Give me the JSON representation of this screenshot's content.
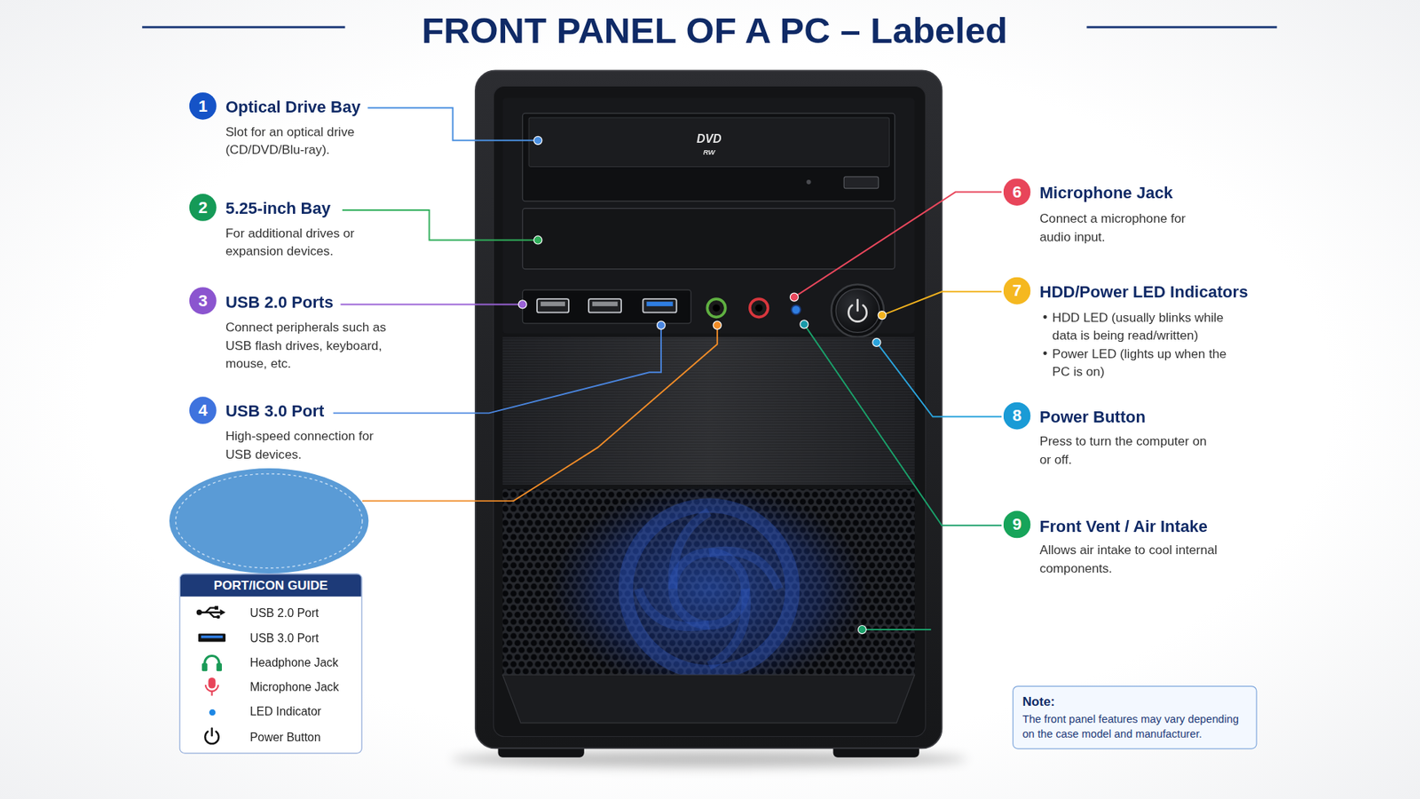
{
  "diagram": {
    "title": "FRONT PANEL OF A PC – Labeled",
    "nodes": [
      {
        "text": [
          "PORT/ICON GUIDE"
        ]
      },
      {
        "text": [
          "Note:",
          "The front panel features may vary depending on the case model and manufacturer."
        ]
      }
    ],
    "labels": [
      "1",
      "Optical Drive Bay",
      "Slot for an optical drive (CD/DVD/Blu-ray).",
      "2",
      "5.25-inch Bay",
      "For additional drives or expansion devices.",
      "3",
      "USB 2.0 Ports",
      "Connect peripherals such as USB flash drives, keyboard, mouse, etc.",
      "4",
      "USB 3.0 Port",
      "High-speed connection for USB devices.",
      "6",
      "Microphone Jack",
      "Connect a microphone for audio input.",
      "7",
      "HDD/Power LED Indicators",
      "HDD LED (usually blinks while data is being read/written)",
      "Power LED (lights up when the PC is on)",
      "8",
      "Power Button",
      "Press to turn the computer on or off.",
      "9",
      "Front Vent / Air Intake",
      "Allows air intake to cool internal components.",
      "DVD",
      "RW"
    ],
    "legend": [
      {
        "text": "USB 2.0 Port"
      },
      {
        "text": "USB 3.0 Port"
      },
      {
        "text": "Headphone Jack"
      },
      {
        "text": "Microphone Jack"
      },
      {
        "text": "LED Indicator",
        "color": "#1e88e5"
      },
      {
        "text": "Power Button"
      }
    ]
  }
}
